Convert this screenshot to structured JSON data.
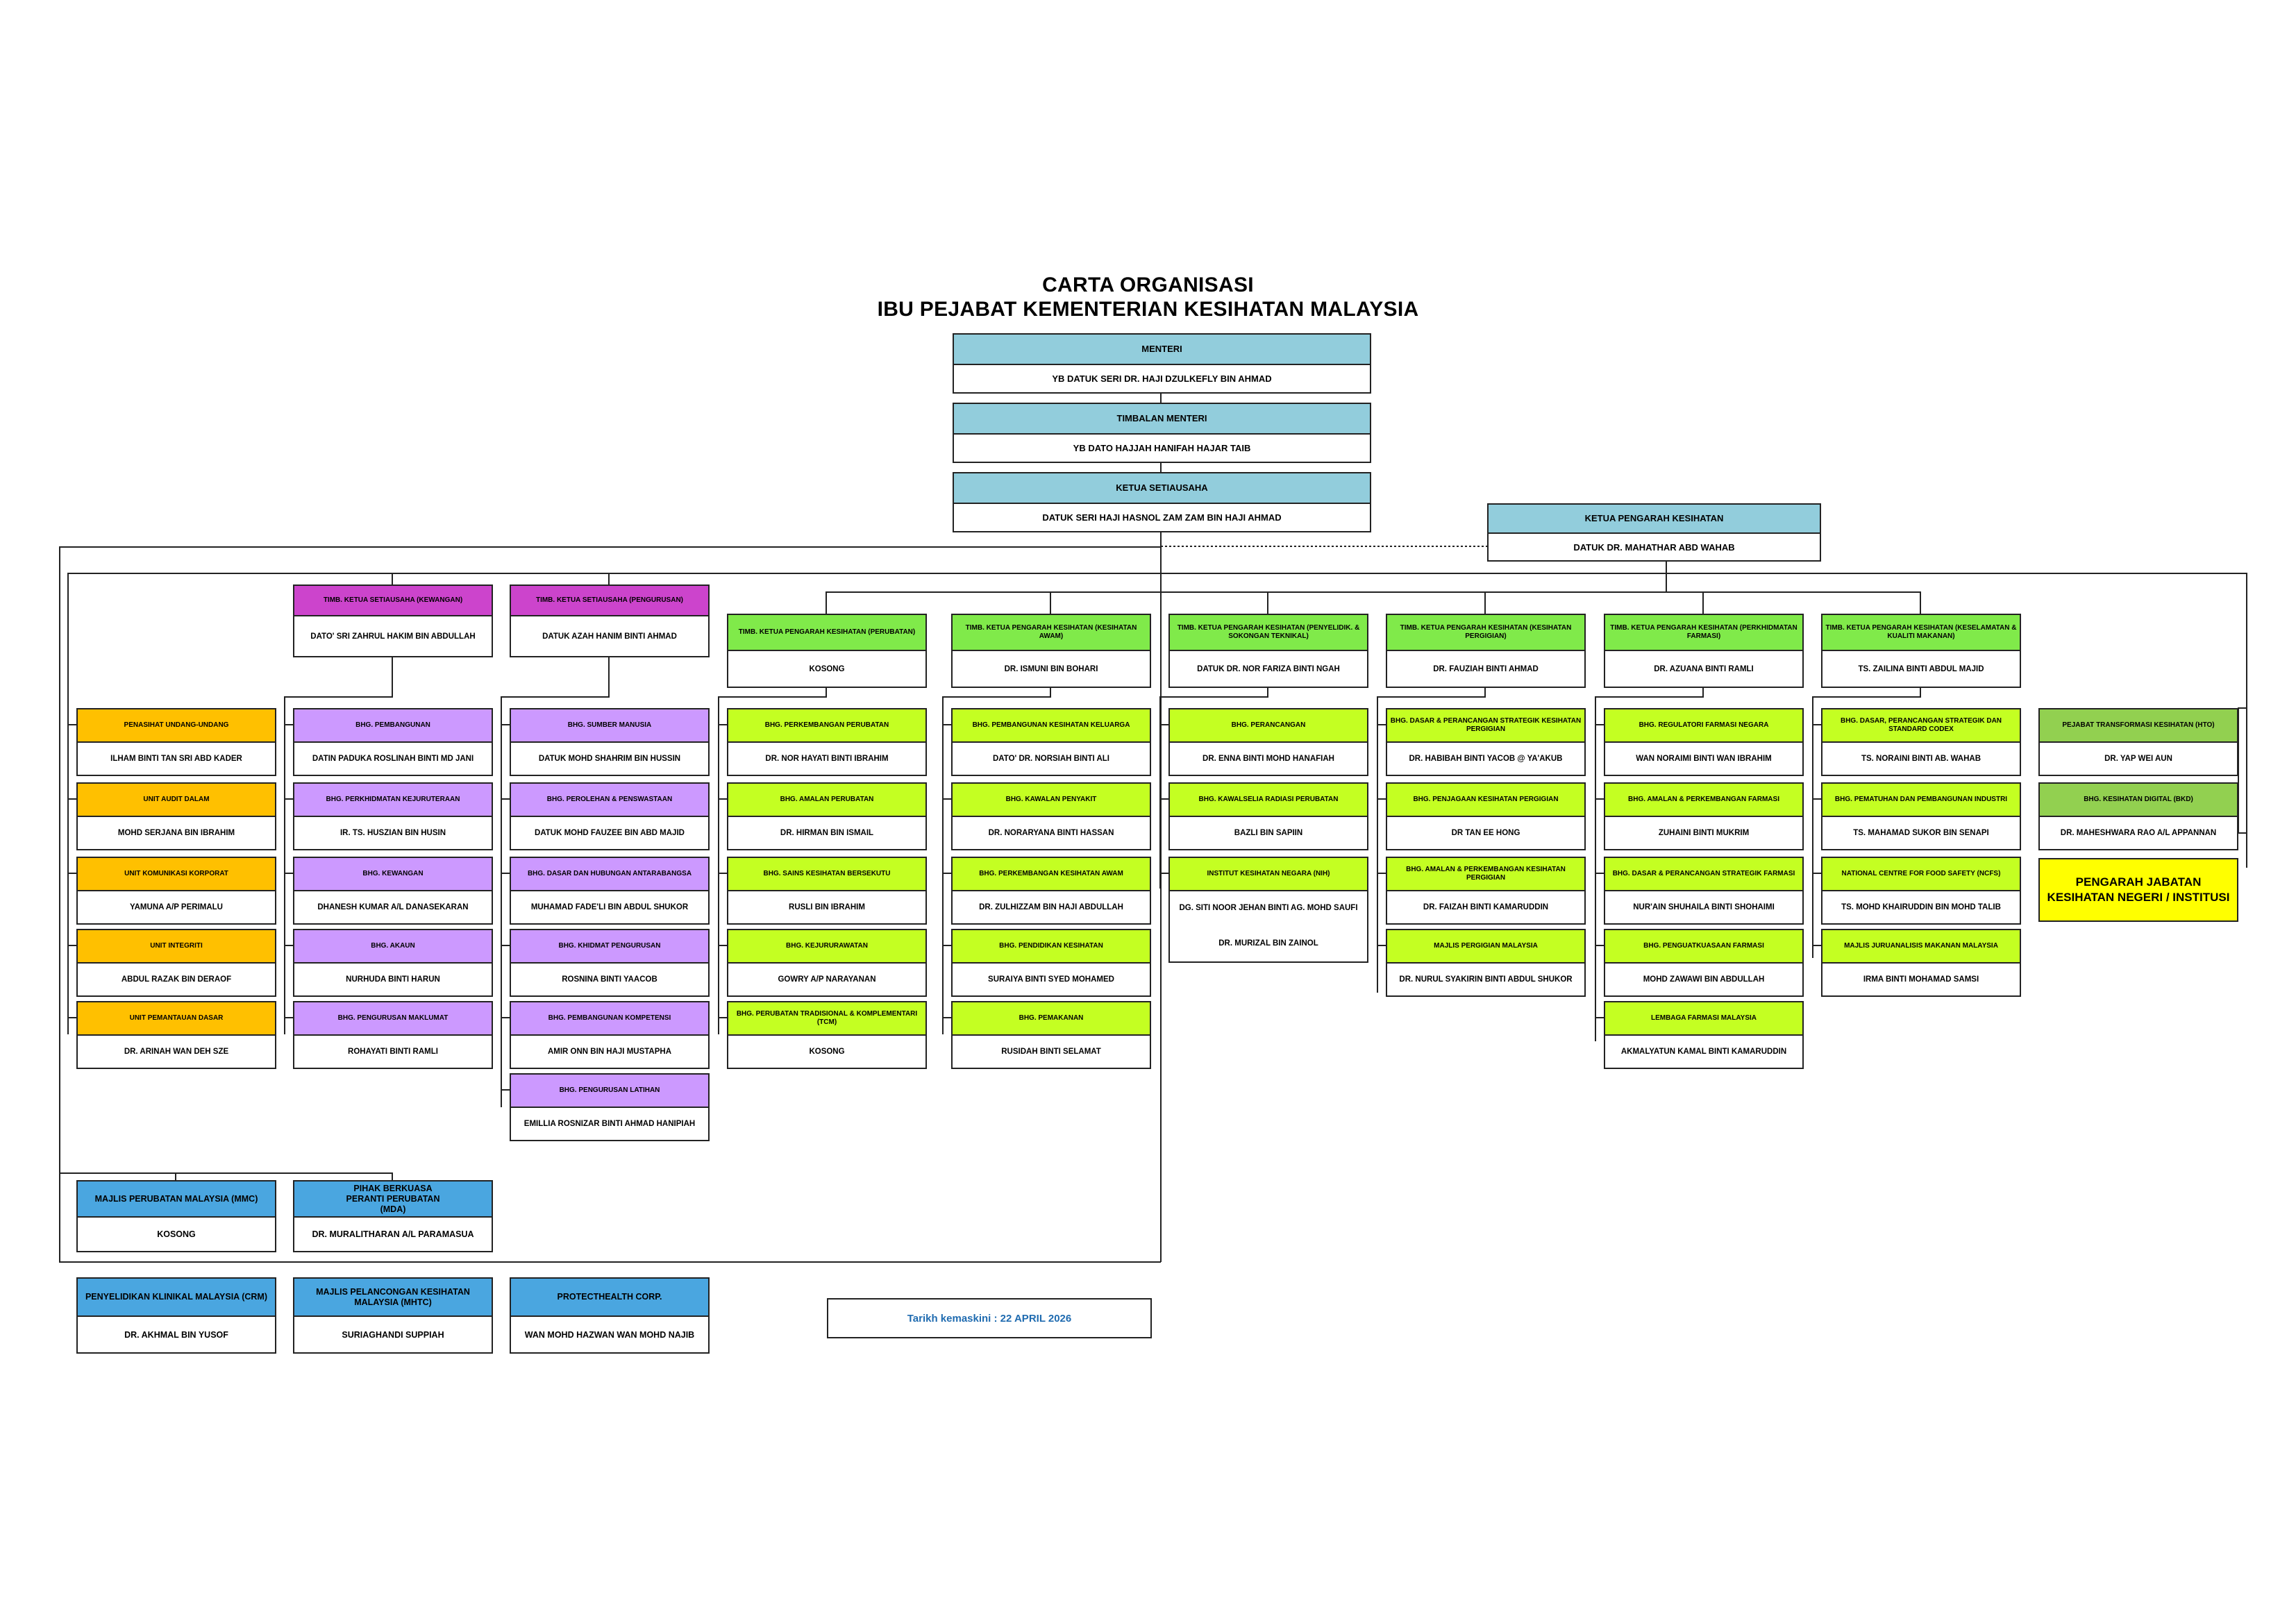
{
  "title_line1": "CARTA ORGANISASI",
  "title_line2": "IBU PEJABAT KEMENTERIAN KESIHATAN MALAYSIA",
  "colors": {
    "top": "#92cddc",
    "timb_ks": "#cc44cc",
    "timb_kp": "#80ea4a",
    "orange": "#ffc000",
    "purple": "#cc99ff",
    "lime": "#c4ff22",
    "green": "#92d050",
    "blue": "#4aa6e0",
    "yellow": "#ffff00",
    "date_text": "#1f6bb0"
  },
  "top": {
    "menteri": {
      "title": "MENTERI",
      "name": "YB DATUK SERI DR. HAJI DZULKEFLY BIN AHMAD"
    },
    "timbalan": {
      "title": "TIMBALAN MENTERI",
      "name": "YB DATO HAJJAH HANIFAH HAJAR TAIB"
    },
    "ketua_setiausaha": {
      "title": "KETUA SETIAUSAHA",
      "name": "DATUK SERI HAJI HASNOL ZAM ZAM BIN HAJI AHMAD"
    },
    "ketua_pengarah": {
      "title": "KETUA PENGARAH KESIHATAN",
      "name": "DATUK DR. MAHATHAR ABD WAHAB"
    }
  },
  "timb_ks": [
    {
      "title": "TIMB. KETUA  SETIAUSAHA (KEWANGAN)",
      "name": "DATO' SRI ZAHRUL HAKIM BIN ABDULLAH"
    },
    {
      "title": "TIMB. KETUA SETIAUSAHA (PENGURUSAN)",
      "name": "DATUK AZAH HANIM BINTI AHMAD"
    }
  ],
  "timb_kp": [
    {
      "title": "TIMB. KETUA PENGARAH KESIHATAN (PERUBATAN)",
      "name": "KOSONG"
    },
    {
      "title": "TIMB. KETUA PENGARAH KESIHATAN (KESIHATAN AWAM)",
      "name": "DR. ISMUNI BIN BOHARI"
    },
    {
      "title": "TIMB. KETUA PENGARAH KESIHATAN (PENYELIDIK. & SOKONGAN TEKNIKAL)",
      "name": "DATUK DR. NOR FARIZA BINTI NGAH"
    },
    {
      "title": "TIMB. KETUA PENGARAH KESIHATAN (KESIHATAN PERGIGIAN)",
      "name": "DR. FAUZIAH BINTI AHMAD"
    },
    {
      "title": "TIMB. KETUA PENGARAH KESIHATAN (PERKHIDMATAN FARMASI)",
      "name": "DR. AZUANA BINTI RAMLI"
    },
    {
      "title": "TIMB. KETUA PENGARAH KESIHATAN (KESELAMATAN & KUALITI MAKANAN)",
      "name": "TS. ZAILINA BINTI ABDUL MAJID"
    }
  ],
  "col_orange": [
    {
      "title": "PENASIHAT UNDANG-UNDANG",
      "name": "ILHAM BINTI TAN SRI ABD KADER"
    },
    {
      "title": "UNIT AUDIT DALAM",
      "name": "MOHD SERJANA BIN IBRAHIM"
    },
    {
      "title": "UNIT KOMUNIKASI KORPORAT",
      "name": "YAMUNA A/P PERIMALU"
    },
    {
      "title": "UNIT INTEGRITI",
      "name": "ABDUL RAZAK BIN DERAOF"
    },
    {
      "title": "UNIT PEMANTAUAN DASAR",
      "name": "DR. ARINAH WAN DEH SZE"
    }
  ],
  "col_kewangan": [
    {
      "title": "BHG. PEMBANGUNAN",
      "name": "DATIN PADUKA ROSLINAH BINTI MD JANI"
    },
    {
      "title": "BHG. PERKHIDMATAN KEJURUTERAAN",
      "name": "IR. TS. HUSZIAN BIN HUSIN"
    },
    {
      "title": "BHG. KEWANGAN",
      "name": "DHANESH KUMAR A/L DANASEKARAN"
    },
    {
      "title": "BHG. AKAUN",
      "name": "NURHUDA BINTI HARUN"
    },
    {
      "title": "BHG. PENGURUSAN MAKLUMAT",
      "name": "ROHAYATI BINTI RAMLI"
    }
  ],
  "col_pengurusan": [
    {
      "title": "BHG. SUMBER MANUSIA",
      "name": "DATUK MOHD SHAHRIM BIN HUSSIN"
    },
    {
      "title": "BHG. PEROLEHAN & PENSWASTAAN",
      "name": "DATUK MOHD FAUZEE BIN ABD MAJID"
    },
    {
      "title": "BHG. DASAR DAN HUBUNGAN ANTARABANGSA",
      "name": "MUHAMAD FADE'LI BIN ABDUL SHUKOR"
    },
    {
      "title": "BHG. KHIDMAT PENGURUSAN",
      "name": "ROSNINA BINTI YAACOB"
    },
    {
      "title": "BHG. PEMBANGUNAN KOMPETENSI",
      "name": "AMIR ONN BIN HAJI MUSTAPHA"
    },
    {
      "title": "BHG. PENGURUSAN LATIHAN",
      "name": "EMILLIA ROSNIZAR BINTI AHMAD HANIPIAH"
    }
  ],
  "col_perubatan": [
    {
      "title": "BHG. PERKEMBANGAN PERUBATAN",
      "name": "DR. NOR HAYATI BINTI IBRAHIM"
    },
    {
      "title": "BHG. AMALAN PERUBATAN",
      "name": "DR. HIRMAN BIN ISMAIL"
    },
    {
      "title": "BHG. SAINS KESIHATAN BERSEKUTU",
      "name": "RUSLI BIN IBRAHIM"
    },
    {
      "title": "BHG. KEJURURAWATAN",
      "name": "GOWRY A/P NARAYANAN"
    },
    {
      "title": "BHG. PERUBATAN TRADISIONAL & KOMPLEMENTARI (TCM)",
      "name": "KOSONG"
    }
  ],
  "col_awam": [
    {
      "title": "BHG. PEMBANGUNAN KESIHATAN KELUARGA",
      "name": "DATO' DR. NORSIAH BINTI ALI"
    },
    {
      "title": "BHG. KAWALAN PENYAKIT",
      "name": "DR. NORARYANA BINTI HASSAN"
    },
    {
      "title": "BHG. PERKEMBANGAN KESIHATAN AWAM",
      "name": "DR. ZULHIZZAM BIN HAJI ABDULLAH"
    },
    {
      "title": "BHG. PENDIDIKAN KESIHATAN",
      "name": "SURAIYA BINTI SYED MOHAMED"
    },
    {
      "title": "BHG. PEMAKANAN",
      "name": "RUSIDAH BINTI SELAMAT"
    }
  ],
  "col_penyelidik": [
    {
      "title": "BHG. PERANCANGAN",
      "name": "DR. ENNA BINTI MOHD HANAFIAH"
    },
    {
      "title": "BHG. KAWALSELIA RADIASI PERUBATAN",
      "name": "BAZLI BIN SAPIIN"
    },
    {
      "title": "INSTITUT KESIHATAN NEGARA (NIH)",
      "name": "DG. SITI NOOR JEHAN BINTI AG. MOHD SAUFI",
      "name2": "DR. MURIZAL BIN ZAINOL"
    }
  ],
  "col_pergigian": [
    {
      "title": "BHG. DASAR & PERANCANGAN STRATEGIK KESIHATAN PERGIGIAN",
      "name": "DR. HABIBAH BINTI YACOB @ YA'AKUB"
    },
    {
      "title": "BHG. PENJAGAAN KESIHATAN PERGIGIAN",
      "name": "DR TAN EE HONG"
    },
    {
      "title": "BHG. AMALAN & PERKEMBANGAN KESIHATAN PERGIGIAN",
      "name": "DR. FAIZAH BINTI KAMARUDDIN"
    },
    {
      "title": "MAJLIS PERGIGIAN MALAYSIA",
      "name": "DR. NURUL SYAKIRIN BINTI ABDUL SHUKOR"
    }
  ],
  "col_farmasi": [
    {
      "title": "BHG. REGULATORI FARMASI NEGARA",
      "name": "WAN NORAIMI BINTI WAN IBRAHIM"
    },
    {
      "title": "BHG. AMALAN & PERKEMBANGAN FARMASI",
      "name": "ZUHAINI BINTI MUKRIM"
    },
    {
      "title": "BHG. DASAR & PERANCANGAN STRATEGIK FARMASI",
      "name": "NUR'AIN SHUHAILA BINTI SHOHAIMI"
    },
    {
      "title": "BHG. PENGUATKUASAAN FARMASI",
      "name": "MOHD ZAWAWI BIN ABDULLAH"
    },
    {
      "title": "LEMBAGA FARMASI MALAYSIA",
      "name": "AKMALYATUN KAMAL BINTI KAMARUDDIN"
    }
  ],
  "col_makanan": [
    {
      "title": "BHG. DASAR, PERANCANGAN STRATEGIK DAN STANDARD CODEX",
      "name": "TS. NORAINI BINTI AB. WAHAB"
    },
    {
      "title": "BHG. PEMATUHAN DAN PEMBANGUNAN INDUSTRI",
      "name": "TS. MAHAMAD SUKOR BIN SENAPI"
    },
    {
      "title": "NATIONAL CENTRE FOR FOOD SAFETY (NCFS)",
      "name": "TS. MOHD KHAIRUDDIN BIN MOHD TALIB"
    },
    {
      "title": "MAJLIS JURUANALISIS MAKANAN MALAYSIA",
      "name": "IRMA BINTI MOHAMAD SAMSI"
    }
  ],
  "col_right": [
    {
      "title": "PEJABAT TRANSFORMASI KESIHATAN (HTO)",
      "name": "DR. YAP WEI AUN"
    },
    {
      "title": "BHG. KESIHATAN DIGITAL (BKD)",
      "name": "DR. MAHESHWARA RAO A/L APPANNAN"
    }
  ],
  "pengarah_negeri": "PENGARAH JABATAN KESIHATAN NEGERI / INSTITUSI",
  "bodies_row1": [
    {
      "title": "MAJLIS PERUBATAN MALAYSIA (MMC)",
      "name": "KOSONG"
    },
    {
      "title": "PIHAK BERKUASA PERANTI PERUBATAN (MDA)",
      "name": "DR. MURALITHARAN A/L PARAMASUA"
    }
  ],
  "bodies_row2": [
    {
      "title": "PENYELIDIKAN KLINIKAL MALAYSIA (CRM)",
      "name": "DR. AKHMAL BIN YUSOF"
    },
    {
      "title": "MAJLIS PELANCONGAN KESIHATAN MALAYSIA (MHTC)",
      "name": "SURIAGHANDI SUPPIAH"
    },
    {
      "title": "PROTECTHEALTH CORP.",
      "name": "WAN MOHD HAZWAN WAN MOHD NAJIB"
    }
  ],
  "tarikh": "Tarikh kemaskini : 22 APRIL 2026"
}
